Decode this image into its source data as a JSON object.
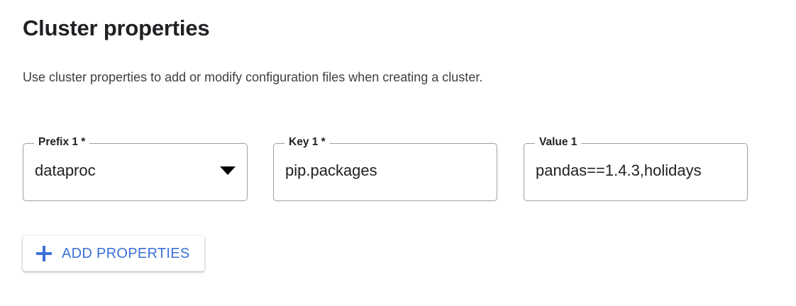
{
  "section": {
    "title": "Cluster properties",
    "description": "Use cluster properties to add or modify configuration files when creating a cluster."
  },
  "theme": {
    "accent_blue": "#3b6fd6",
    "text_primary": "#202124",
    "text_secondary": "#3c4043",
    "field_border": "#9aa0a6",
    "background": "#ffffff"
  },
  "properties_row": {
    "prefix_field": {
      "label": "Prefix 1 *",
      "value": "dataproc",
      "control": "select",
      "icon": "chevron-down-icon"
    },
    "key_field": {
      "label": "Key 1 *",
      "value": "pip.packages",
      "control": "text"
    },
    "value_field": {
      "label": "Value 1",
      "value": "pandas==1.4.3,holidays",
      "control": "text"
    }
  },
  "actions": {
    "add_properties": {
      "label": "ADD PROPERTIES",
      "icon": "plus-icon"
    }
  }
}
